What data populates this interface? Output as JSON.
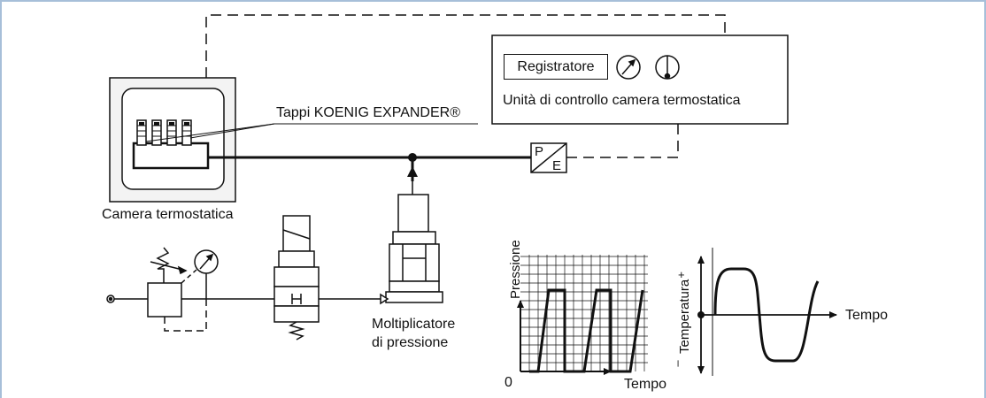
{
  "labels": {
    "recorder": "Registratore",
    "control_unit": "Unità di controllo camera termostatica",
    "plugs": "Tappi KOENIG EXPANDER®",
    "chamber": "Camera termostatica",
    "multiplier_line1": "Moltiplicatore",
    "multiplier_line2": "di pressione",
    "pe_p": "P",
    "pe_e": "E"
  },
  "pressure_graph": {
    "ylabel": "Pressione",
    "xlabel": "Tempo",
    "origin": "0"
  },
  "temperature_graph": {
    "ylabel": "Temperatura",
    "plus": "+",
    "minus": "–",
    "xlabel": "Tempo"
  },
  "colors": {
    "frame": "#a7bfd9",
    "line": "#111111",
    "chamber_fill": "#f2f2f2"
  }
}
